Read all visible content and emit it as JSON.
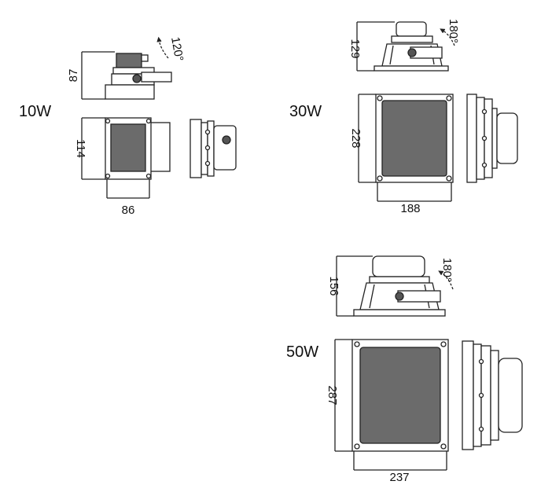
{
  "models": [
    {
      "label": "10W",
      "height": "87",
      "angle": "120°",
      "front_height": "114",
      "width": "86"
    },
    {
      "label": "30W",
      "height": "129",
      "angle": "180°",
      "front_height": "228",
      "width": "188"
    },
    {
      "label": "50W",
      "height": "156",
      "angle": "180°",
      "front_height": "287",
      "width": "237"
    }
  ],
  "colors": {
    "line": "#222222",
    "panel_fill": "#6b6b6b",
    "panel_light": "#8a8a8a",
    "lamp_fill": "#555555"
  }
}
